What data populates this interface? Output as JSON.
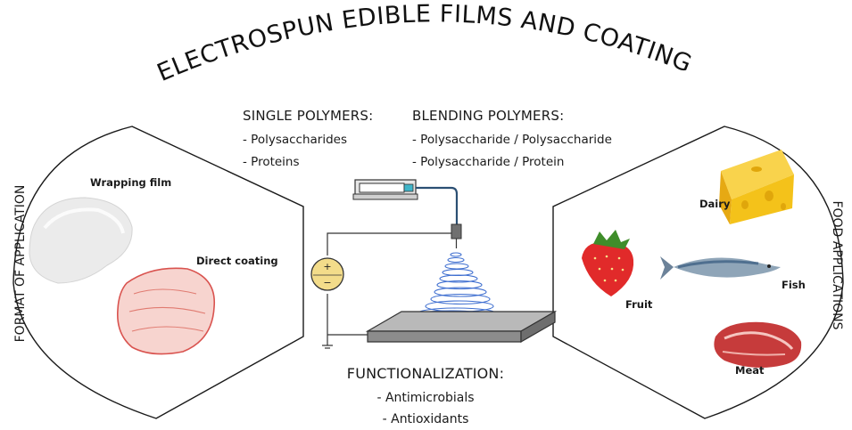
{
  "title": "ELECTROSPUN EDIBLE FILMS AND COATING",
  "left_panel": {
    "heading": "FORMAT OF APPLICATION",
    "items": [
      {
        "label": "Wrapping film",
        "icon": "wrapping-film-icon"
      },
      {
        "label": "Direct coating",
        "icon": "coated-meat-icon"
      }
    ]
  },
  "right_panel": {
    "heading": "FOOD APPLICATIONS",
    "items": [
      {
        "label": "Dairy",
        "icon": "cheese-icon"
      },
      {
        "label": "Fish",
        "icon": "fish-icon"
      },
      {
        "label": "Fruit",
        "icon": "strawberry-icon"
      },
      {
        "label": "Meat",
        "icon": "steak-icon"
      }
    ]
  },
  "single_polymers": {
    "heading": "SINGLE POLYMERS:",
    "items": [
      "- Polysaccharides",
      "- Proteins"
    ]
  },
  "blending_polymers": {
    "heading": "BLENDING POLYMERS:",
    "items": [
      "- Polysaccharide / Polysaccharide",
      "- Polysaccharide / Protein"
    ]
  },
  "functionalization": {
    "heading": "FUNCTIONALIZATION:",
    "items": [
      "- Antimicrobials",
      "- Antioxidants"
    ]
  },
  "power_supply": {
    "plus": "+",
    "minus": "−"
  },
  "colors": {
    "outline": "#1a1a1a",
    "fiber": "#3f6fd0",
    "collector": "#8c8c8c",
    "power_supply": "#f3dc8a",
    "needle_tube": "#2b4f73"
  }
}
